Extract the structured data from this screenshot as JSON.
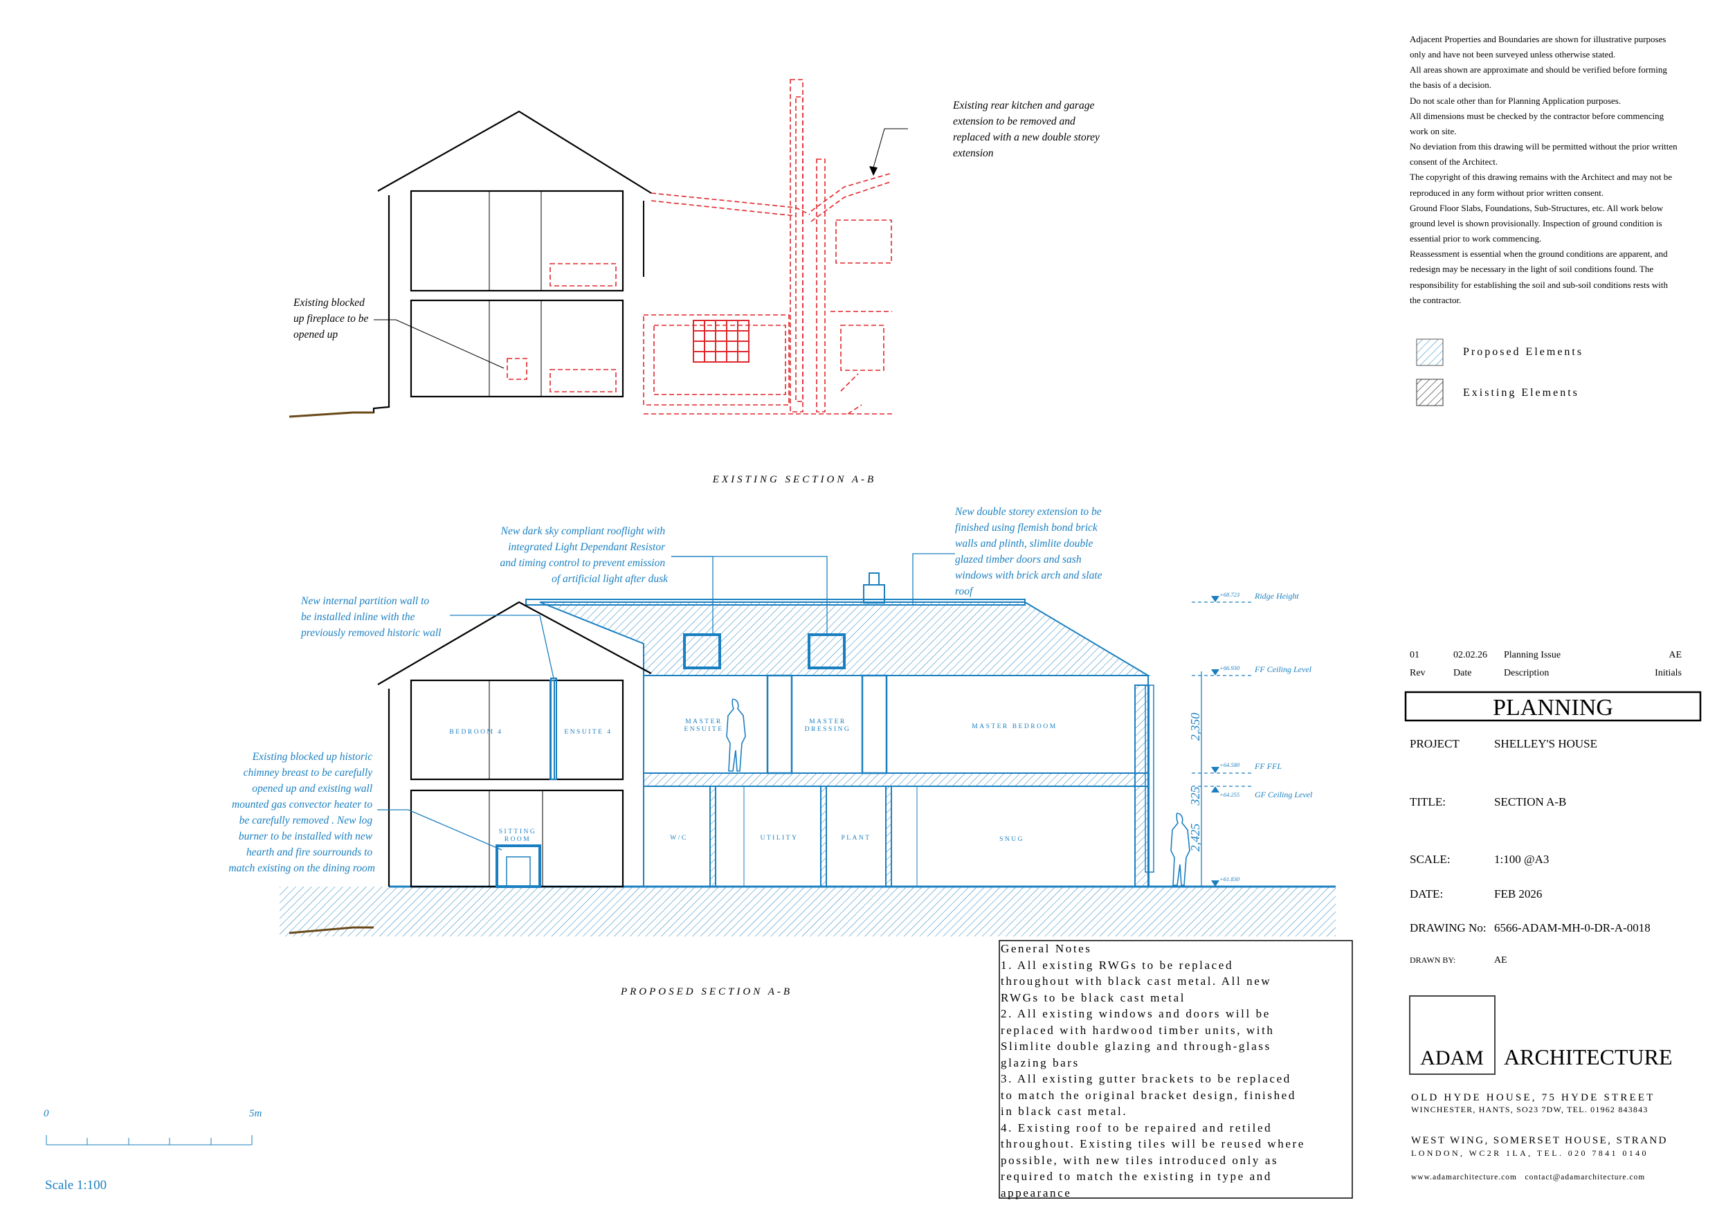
{
  "disclaimer_lines": [
    "Adjacent Properties and Boundaries are shown for illustrative purposes",
    "only and have not been surveyed unless otherwise stated.",
    "All areas shown are approximate and should be verified before forming",
    "the basis of a decision.",
    "Do not scale other than for Planning Application purposes.",
    "All dimensions must be checked by the contractor before commencing",
    "work on site.",
    "No deviation from this drawing will be permitted without the prior written",
    "consent of the Architect.",
    "The copyright of this drawing remains with the Architect and may not be",
    "reproduced in any form without prior written consent.",
    "Ground Floor Slabs, Foundations, Sub-Structures, etc. All work below",
    "ground level is shown provisionally. Inspection of ground condition is",
    "essential prior to work commencing.",
    "Reassessment is essential when the ground conditions are apparent, and",
    "redesign may be necessary in the light of soil conditions found.  The",
    "responsibility for establishing the soil and sub-soil conditions rests with",
    "the contractor."
  ],
  "legend": {
    "proposed": "Proposed Elements",
    "existing": "Existing Elements"
  },
  "revision": {
    "rev": "01",
    "date": "02.02.26",
    "description": "Planning Issue",
    "initials": "AE",
    "headers": {
      "rev": "Rev",
      "date": "Date",
      "description": "Description",
      "initials": "Initials"
    }
  },
  "status": "PLANNING",
  "title_block": {
    "project_label": "PROJECT",
    "project": "SHELLEY'S HOUSE",
    "title_label": "TITLE:",
    "title": "SECTION A-B",
    "scale_label": "SCALE:",
    "scale": "1:100 @A3",
    "date_label": "DATE:",
    "date": "FEB 2026",
    "drawing_label": "DRAWING No:",
    "drawing_no": "6566-ADAM-MH-0-DR-A-0018",
    "drawn_label": "DRAWN BY:",
    "drawn_by": "AE"
  },
  "firm": {
    "logo_left": "ADAM",
    "logo_right": "ARCHITECTURE",
    "addr1_line1": "OLD HYDE HOUSE, 75 HYDE STREET",
    "addr1_line2": "WINCHESTER, HANTS, SO23 7DW, TEL. 01962 843843",
    "addr2_line1": "WEST WING, SOMERSET HOUSE, STRAND",
    "addr2_line2": "LONDON, WC2R 1LA, TEL. 020 7841 0140",
    "web": "www.adamarchitecture.com   contact@adamarchitecture.com"
  },
  "general_notes": {
    "title": "General Notes",
    "lines": [
      "1. All existing RWGs to be replaced",
      "throughout with black cast metal. All new",
      "RWGs to be black cast metal",
      "2. All existing windows and doors will be",
      "replaced with hardwood timber units, with",
      "Slimlite double glazing and through-glass",
      "glazing bars",
      "3. All existing gutter brackets to be replaced",
      "to match the original bracket design, finished",
      "in black cast metal.",
      "4. Existing roof to be repaired and retiled",
      "throughout. Existing tiles will be reused where",
      "possible, with new tiles introduced only as",
      "required to match the existing in type and",
      "appearance"
    ]
  },
  "existing_section": {
    "title": "EXISTING SECTION A-B",
    "note_rear": [
      "Existing rear kitchen and garage",
      "extension to be removed and",
      "replaced with a new double storey",
      "extension"
    ],
    "note_fireplace": [
      "Existing blocked",
      "up fireplace to be",
      "opened up"
    ]
  },
  "proposed_section": {
    "title": "PROPOSED SECTION A-B",
    "note_rooflight": [
      "New dark sky compliant rooflight with",
      "integrated Light Dependant Resistor",
      "and timing control to prevent emission",
      "of artificial light after dusk"
    ],
    "note_extension": [
      "New double storey extension to be",
      "finished using flemish bond brick",
      "walls and plinth, slimlite double",
      "glazed timber doors and sash",
      "windows with brick arch and slate",
      "roof"
    ],
    "note_partition": [
      "New internal partition wall to",
      "be installed inline with the",
      "previously removed historic wall"
    ],
    "note_chimney": [
      "Existing blocked up historic",
      "chimney breast to be carefully",
      "opened up and existing wall",
      "mounted gas convector heater to",
      "be carefully removed . New log",
      "burner to be installed with new",
      "hearth and fire sourrounds to",
      "match existing on the dining room"
    ],
    "rooms": {
      "bedroom4": "BEDROOM 4",
      "ensuite4": "ENSUITE 4",
      "sitting1": "SITTING",
      "sitting2": "ROOM",
      "master_ensuite1": "MASTER",
      "master_ensuite2": "ENSUITE",
      "master_dressing1": "MASTER",
      "master_dressing2": "DRESSING",
      "master_bedroom": "MASTER BEDROOM",
      "wc": "W/C",
      "utility": "UTILITY",
      "plant": "PLANT",
      "snug": "SNUG"
    },
    "levels": [
      {
        "value": "+68.723",
        "label": "Ridge Height"
      },
      {
        "value": "+66.930",
        "label": "FF Ceiling Level"
      },
      {
        "value": "+64.580",
        "label": "FF FFL"
      },
      {
        "value": "+64.255",
        "label": "GF Ceiling Level"
      },
      {
        "value": "+61.830",
        "label": ""
      }
    ],
    "dimensions": {
      "ff": "2,350",
      "slab": "325",
      "gf": "2,425"
    }
  },
  "scale_bar": {
    "start": "0",
    "end": "5m",
    "label": "Scale 1:100"
  },
  "colors": {
    "proposed": "#1a7fc0",
    "existing_removed": "#e0262b"
  }
}
